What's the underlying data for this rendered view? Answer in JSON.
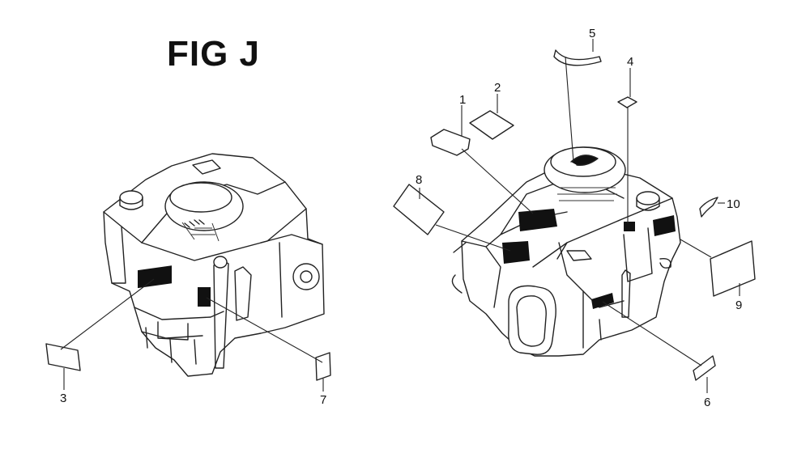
{
  "title": "FIG J",
  "callouts": [
    {
      "id": "1",
      "label": "1"
    },
    {
      "id": "2",
      "label": "2"
    },
    {
      "id": "3",
      "label": "3"
    },
    {
      "id": "4",
      "label": "4"
    },
    {
      "id": "5",
      "label": "5"
    },
    {
      "id": "6",
      "label": "6"
    },
    {
      "id": "7",
      "label": "7"
    },
    {
      "id": "8",
      "label": "8"
    },
    {
      "id": "9",
      "label": "9"
    },
    {
      "id": "10",
      "label": "10"
    }
  ]
}
